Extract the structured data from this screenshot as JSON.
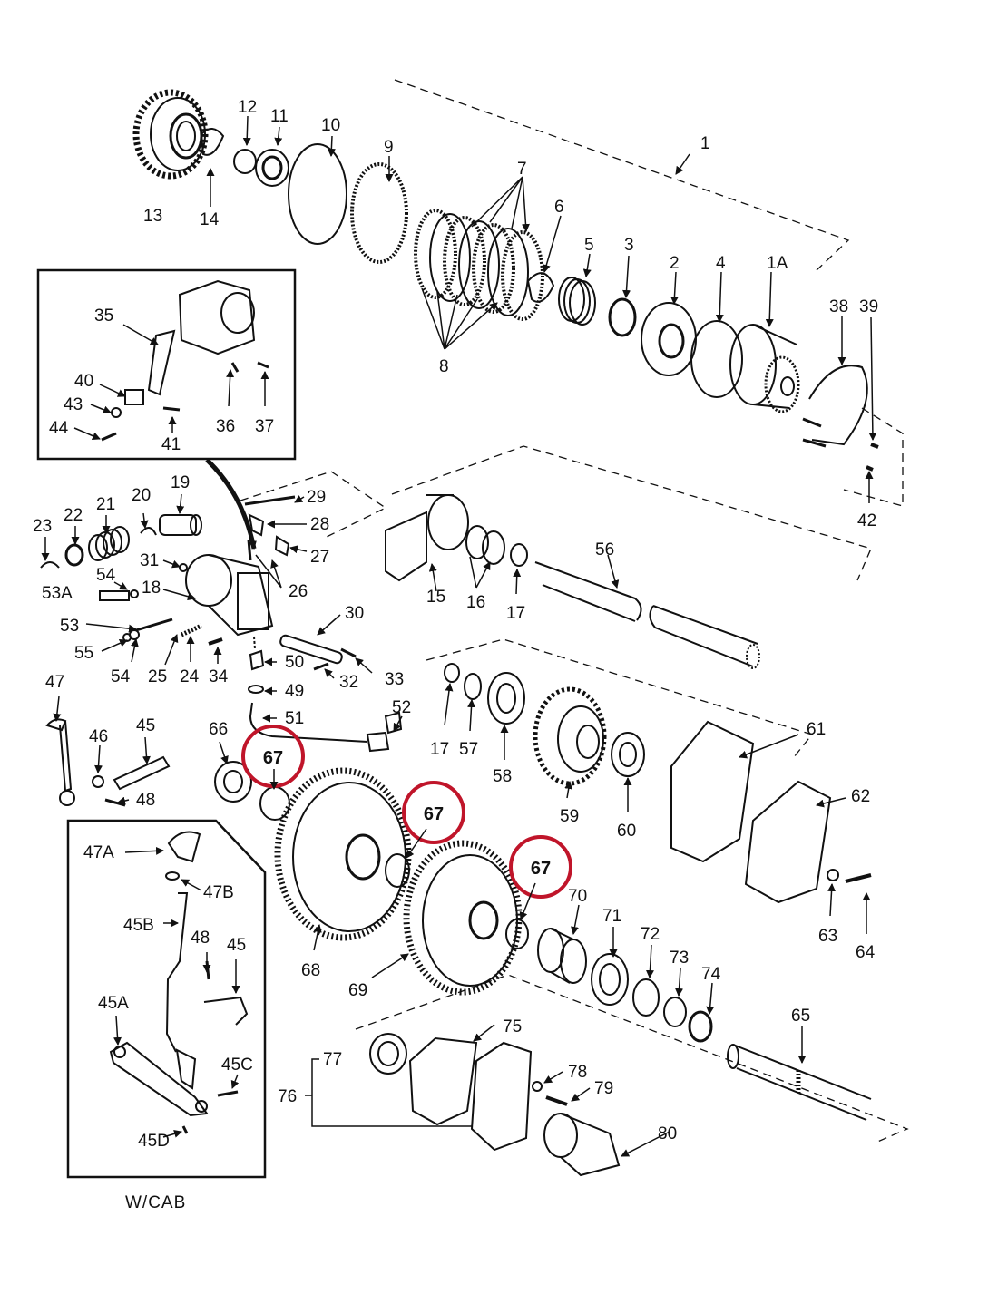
{
  "labels": {
    "l1": "1",
    "l1A": "1A",
    "l2": "2",
    "l3": "3",
    "l4": "4",
    "l5": "5",
    "l6": "6",
    "l7": "7",
    "l8": "8",
    "l9": "9",
    "l10": "10",
    "l11": "11",
    "l12": "12",
    "l13": "13",
    "l14": "14",
    "l15": "15",
    "l16": "16",
    "l17a": "17",
    "l17b": "17",
    "l18": "18",
    "l19": "19",
    "l20": "20",
    "l21": "21",
    "l22": "22",
    "l23": "23",
    "l24": "24",
    "l25": "25",
    "l26": "26",
    "l27": "27",
    "l28": "28",
    "l29": "29",
    "l30": "30",
    "l31": "31",
    "l32": "32",
    "l33": "33",
    "l34": "34",
    "l35": "35",
    "l36": "36",
    "l37": "37",
    "l38": "38",
    "l39": "39",
    "l40": "40",
    "l41": "41",
    "l42": "42",
    "l43": "43",
    "l44": "44",
    "l45": "45",
    "l45b": "45",
    "l45A": "45A",
    "l45B": "45B",
    "l45C": "45C",
    "l45D": "45D",
    "l46": "46",
    "l47": "47",
    "l47A": "47A",
    "l47B": "47B",
    "l48": "48",
    "l48b": "48",
    "l49": "49",
    "l50": "50",
    "l51": "51",
    "l52": "52",
    "l53": "53",
    "l53A": "53A",
    "l54a": "54",
    "l54b": "54",
    "l55": "55",
    "l56": "56",
    "l57": "57",
    "l58": "58",
    "l59": "59",
    "l60": "60",
    "l61": "61",
    "l62": "62",
    "l63": "63",
    "l64": "64",
    "l65": "65",
    "l66": "66",
    "l68": "68",
    "l69": "69",
    "l70": "70",
    "l71": "71",
    "l72": "72",
    "l73": "73",
    "l74": "74",
    "l75": "75",
    "l76": "76",
    "l77": "77",
    "l78": "78",
    "l79": "79",
    "l80": "80"
  },
  "highlights": [
    "67",
    "67",
    "67"
  ],
  "highlight_color": "#c0152a",
  "line_color": "#111111",
  "caption": "W/CAB"
}
